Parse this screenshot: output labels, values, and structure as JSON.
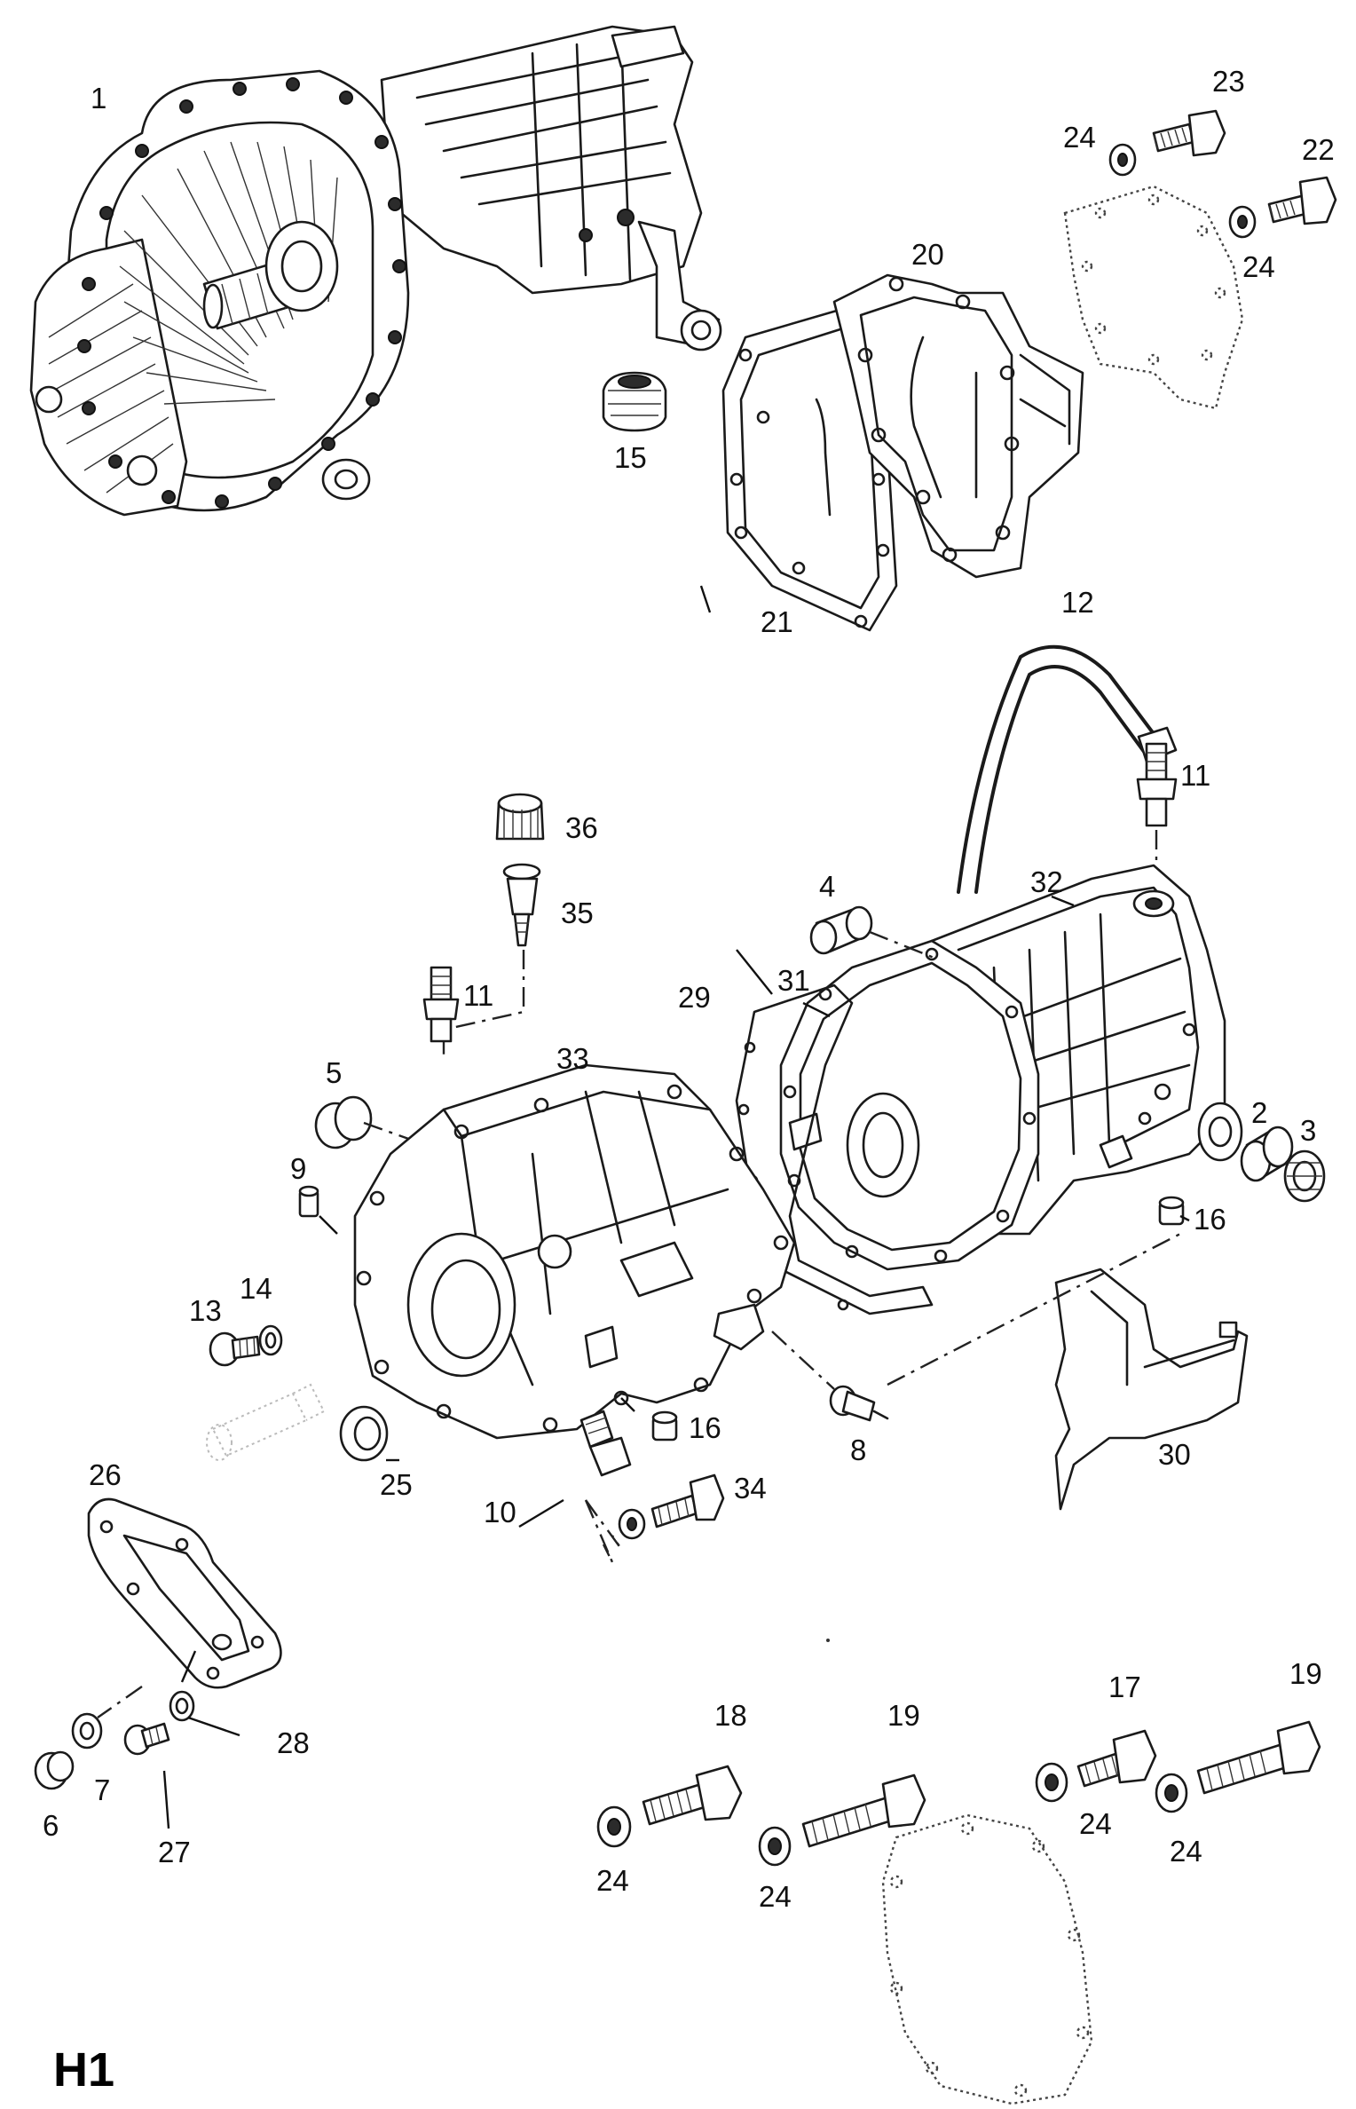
{
  "diagram_code": "H1",
  "part_labels": [
    {
      "id": "1",
      "text": "1"
    },
    {
      "id": "2",
      "text": "2"
    },
    {
      "id": "3",
      "text": "3"
    },
    {
      "id": "4",
      "text": "4"
    },
    {
      "id": "5",
      "text": "5"
    },
    {
      "id": "6",
      "text": "6"
    },
    {
      "id": "7",
      "text": "7"
    },
    {
      "id": "8",
      "text": "8"
    },
    {
      "id": "9",
      "text": "9"
    },
    {
      "id": "10",
      "text": "10"
    },
    {
      "id": "11a",
      "text": "11"
    },
    {
      "id": "11b",
      "text": "11"
    },
    {
      "id": "12",
      "text": "12"
    },
    {
      "id": "13",
      "text": "13"
    },
    {
      "id": "14",
      "text": "14"
    },
    {
      "id": "15",
      "text": "15"
    },
    {
      "id": "16a",
      "text": "16"
    },
    {
      "id": "16b",
      "text": "16"
    },
    {
      "id": "17",
      "text": "17"
    },
    {
      "id": "18",
      "text": "18"
    },
    {
      "id": "19a",
      "text": "19"
    },
    {
      "id": "19b",
      "text": "19"
    },
    {
      "id": "20",
      "text": "20"
    },
    {
      "id": "21",
      "text": "21"
    },
    {
      "id": "22",
      "text": "22"
    },
    {
      "id": "23",
      "text": "23"
    },
    {
      "id": "24a",
      "text": "24"
    },
    {
      "id": "24b",
      "text": "24"
    },
    {
      "id": "24c",
      "text": "24"
    },
    {
      "id": "24d",
      "text": "24"
    },
    {
      "id": "24e",
      "text": "24"
    },
    {
      "id": "24f",
      "text": "24"
    },
    {
      "id": "25",
      "text": "25"
    },
    {
      "id": "26",
      "text": "26"
    },
    {
      "id": "27",
      "text": "27"
    },
    {
      "id": "28",
      "text": "28"
    },
    {
      "id": "29",
      "text": "29"
    },
    {
      "id": "30",
      "text": "30"
    },
    {
      "id": "31",
      "text": "31"
    },
    {
      "id": "32",
      "text": "32"
    },
    {
      "id": "33",
      "text": "33"
    },
    {
      "id": "34",
      "text": "34"
    },
    {
      "id": "35",
      "text": "35"
    },
    {
      "id": "36",
      "text": "36"
    }
  ]
}
